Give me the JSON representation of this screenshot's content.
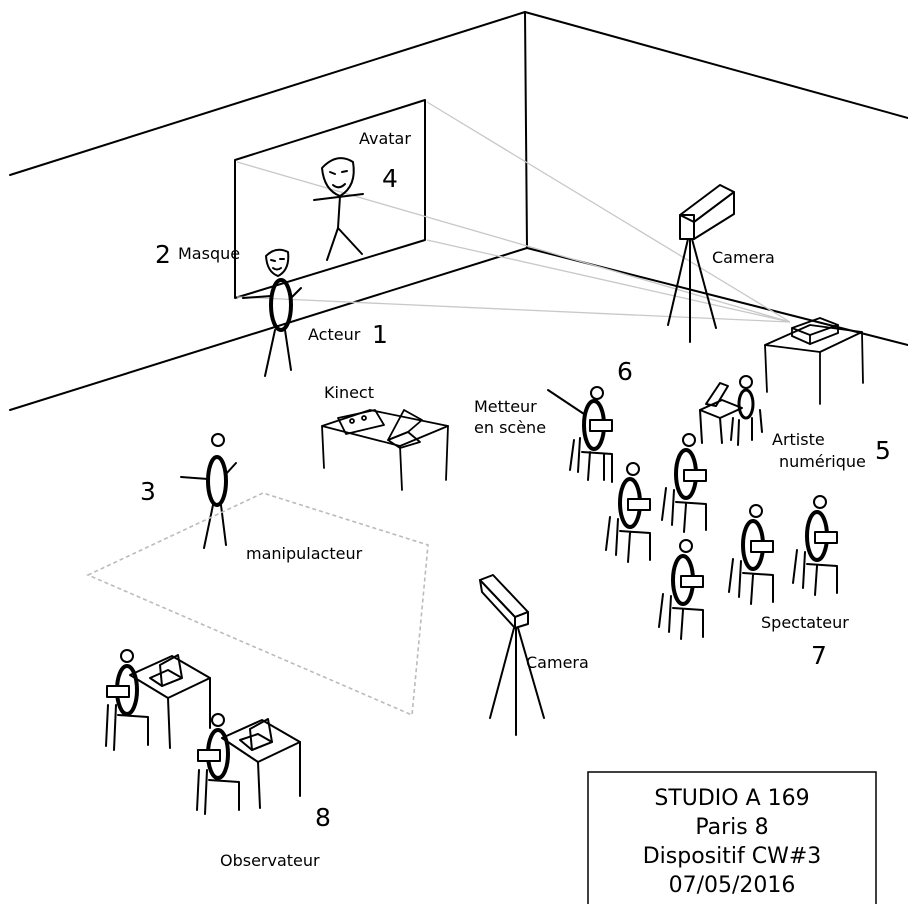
{
  "labels": {
    "avatar": "Avatar",
    "avatar_num": "4",
    "masque": "Masque",
    "masque_num": "2",
    "acteur": "Acteur",
    "acteur_num": "1",
    "kinect": "Kinect",
    "metteur_line1": "Metteur",
    "metteur_line2": "en scène",
    "metteur_num": "6",
    "artiste_line1": "Artiste",
    "artiste_line2": "numérique",
    "artiste_num": "5",
    "manipulacteur": "manipulacteur",
    "manipulacteur_num": "3",
    "camera_top": "Camera",
    "camera_bottom": "Camera",
    "spectateur": "Spectateur",
    "spectateur_num": "7",
    "observateur": "Observateur",
    "observateur_num": "8"
  },
  "info_box": {
    "line1": "STUDIO A 169",
    "line2": "Paris 8",
    "line3": "Dispositif CW#3",
    "line4": "07/05/2016"
  }
}
